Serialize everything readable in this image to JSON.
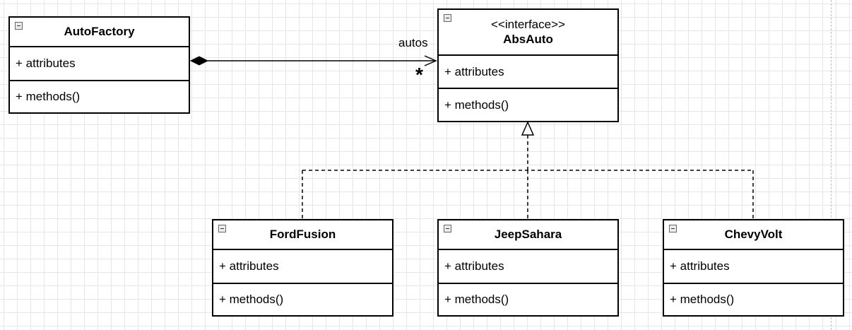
{
  "diagram": {
    "classes": [
      {
        "id": "autofactory",
        "stereotype": "",
        "name": "AutoFactory",
        "attributes": "+ attributes",
        "methods": "+ methods()"
      },
      {
        "id": "absauto",
        "stereotype": "<<interface>>",
        "name": "AbsAuto",
        "attributes": "+ attributes",
        "methods": "+ methods()"
      },
      {
        "id": "fordfusion",
        "stereotype": "",
        "name": "FordFusion",
        "attributes": "+ attributes",
        "methods": "+ methods()"
      },
      {
        "id": "jeepsahara",
        "stereotype": "",
        "name": "JeepSahara",
        "attributes": "+ attributes",
        "methods": "+ methods()"
      },
      {
        "id": "chevyvolt",
        "stereotype": "",
        "name": "ChevyVolt",
        "attributes": "+ attributes",
        "methods": "+ methods()"
      }
    ],
    "composition": {
      "from": "AutoFactory",
      "to": "AbsAuto",
      "role": "autos",
      "multiplicity": "*"
    },
    "realizations": [
      {
        "from": "FordFusion",
        "to": "AbsAuto"
      },
      {
        "from": "JeepSahara",
        "to": "AbsAuto"
      },
      {
        "from": "ChevyVolt",
        "to": "AbsAuto"
      }
    ],
    "colors": {
      "line": "#000000",
      "grid": "#e6e6e6",
      "background": "#ffffff"
    }
  }
}
